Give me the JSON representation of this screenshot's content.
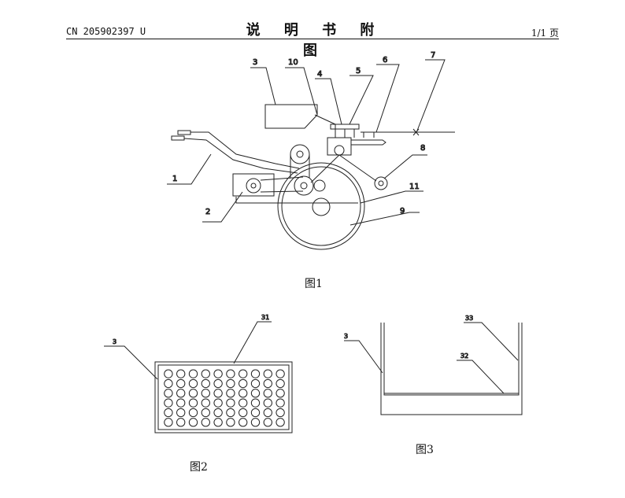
{
  "header": {
    "patent_no": "CN 205902397 U",
    "title": "说 明 书 附 图",
    "page": "1/1 页"
  },
  "figures": {
    "fig1": {
      "caption": "图1",
      "labels": [
        "1",
        "2",
        "3",
        "4",
        "5",
        "6",
        "7",
        "8",
        "9",
        "10",
        "11"
      ]
    },
    "fig2": {
      "caption": "图2",
      "labels": [
        "3",
        "31"
      ],
      "grid": {
        "rows": 6,
        "cols": 10
      }
    },
    "fig3": {
      "caption": "图3",
      "labels": [
        "3",
        "33",
        "32"
      ]
    }
  }
}
